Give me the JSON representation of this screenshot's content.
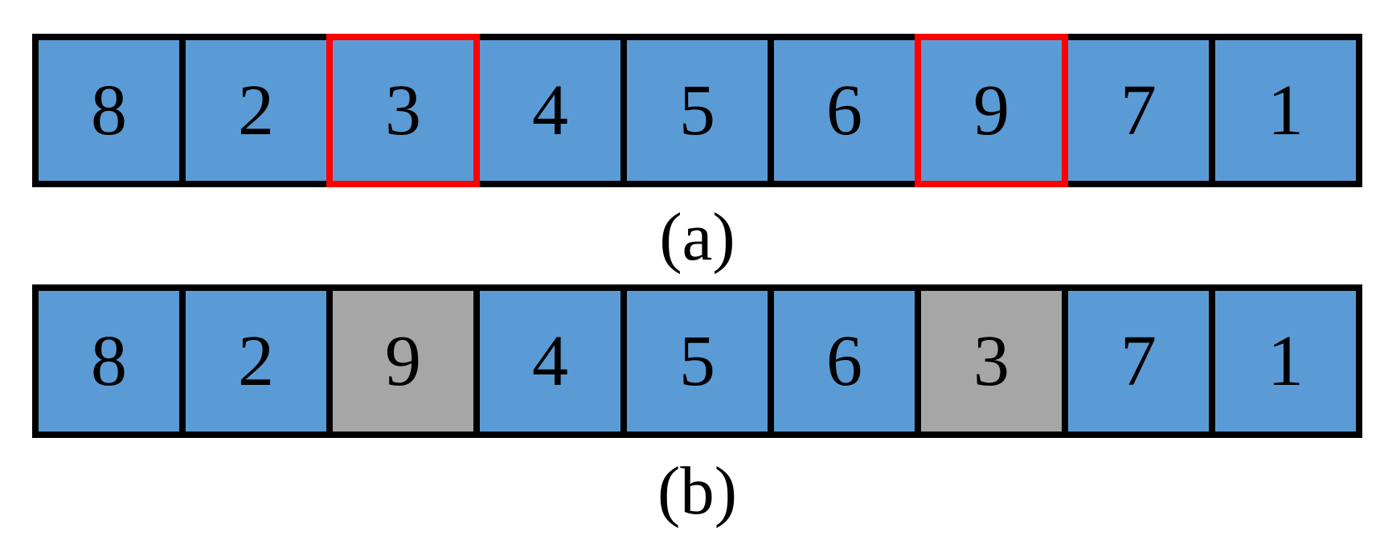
{
  "figure": {
    "captions": {
      "a": "(a)",
      "b": "(b)"
    },
    "rows": {
      "a": {
        "cells": [
          {
            "value": "8",
            "highlighted": false
          },
          {
            "value": "2",
            "highlighted": false
          },
          {
            "value": "3",
            "highlighted": true
          },
          {
            "value": "4",
            "highlighted": false
          },
          {
            "value": "5",
            "highlighted": false
          },
          {
            "value": "6",
            "highlighted": false
          },
          {
            "value": "9",
            "highlighted": true
          },
          {
            "value": "7",
            "highlighted": false
          },
          {
            "value": "1",
            "highlighted": false
          }
        ]
      },
      "b": {
        "cells": [
          {
            "value": "8",
            "swapped": false
          },
          {
            "value": "2",
            "swapped": false
          },
          {
            "value": "9",
            "swapped": true
          },
          {
            "value": "4",
            "swapped": false
          },
          {
            "value": "5",
            "swapped": false
          },
          {
            "value": "6",
            "swapped": false
          },
          {
            "value": "3",
            "swapped": true
          },
          {
            "value": "7",
            "swapped": false
          },
          {
            "value": "1",
            "swapped": false
          }
        ]
      }
    },
    "colors": {
      "cell_fill": "#5B9BD5",
      "swapped_cell_fill": "#A6A6A6",
      "cell_border": "#000000",
      "highlight_border": "#FF0000",
      "background": "#FFFFFF",
      "text": "#000000"
    }
  }
}
